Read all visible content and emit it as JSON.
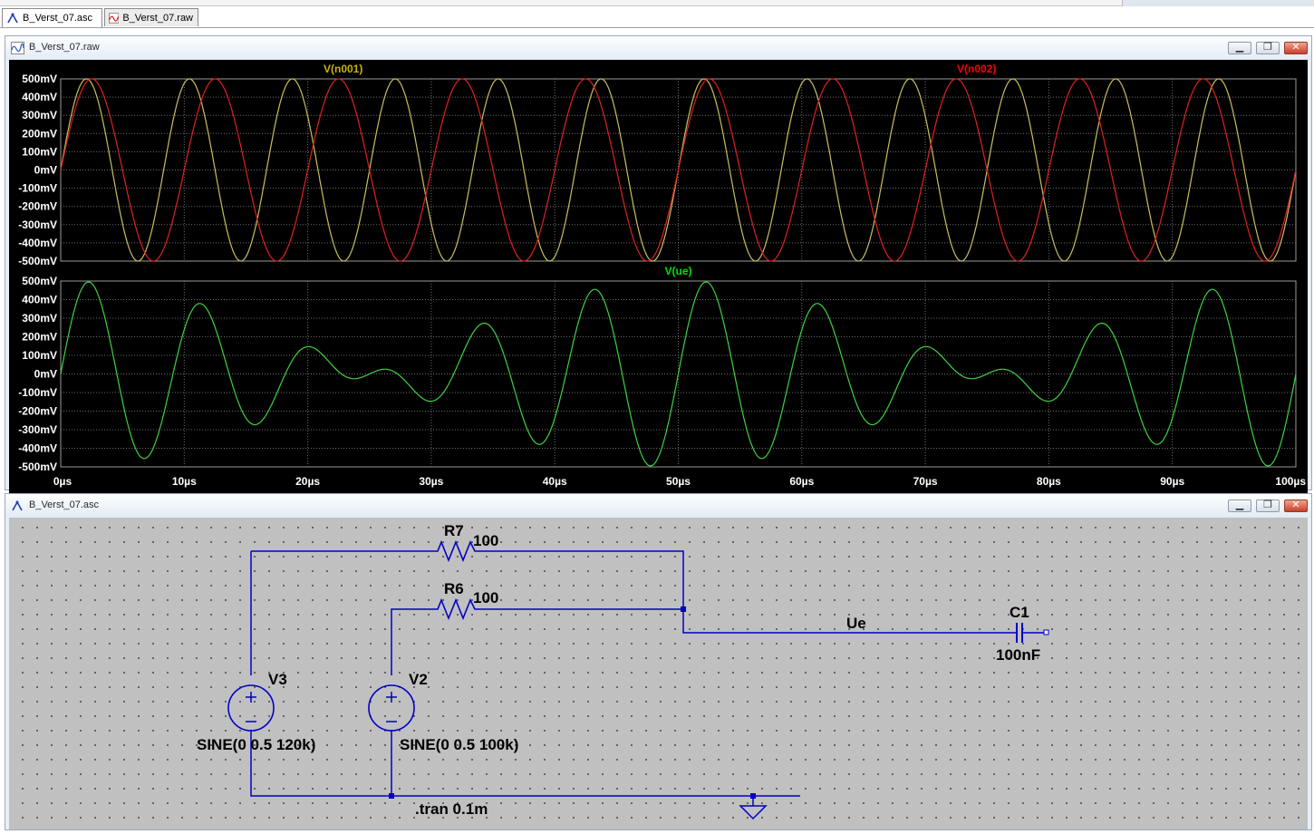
{
  "tabs": [
    {
      "label": "B_Verst_07.asc",
      "icon": "schematic-icon",
      "active": true
    },
    {
      "label": "B_Verst_07.raw",
      "icon": "waveform-icon",
      "active": false
    }
  ],
  "plot_window": {
    "title": "B_Verst_07.raw",
    "buttons": {
      "minimize": "▁",
      "restore": "❐",
      "close": "✕"
    }
  },
  "schematic_window": {
    "title": "B_Verst_07.asc",
    "buttons": {
      "minimize": "▁",
      "restore": "❐",
      "close": "✕"
    }
  },
  "chart_data": [
    {
      "type": "line",
      "xlabel": "",
      "ylabel": "",
      "xlim": [
        0,
        100
      ],
      "x_unit": "µs",
      "ylim": [
        -500,
        500
      ],
      "y_unit": "mV",
      "yticks": [
        "500mV",
        "400mV",
        "300mV",
        "200mV",
        "100mV",
        "0mV",
        "-100mV",
        "-200mV",
        "-300mV",
        "-400mV",
        "-500mV"
      ],
      "series": [
        {
          "name": "V(n001)",
          "color": "#c8b400",
          "trace": "#c8c060",
          "amplitude_mV": 500,
          "frequency_kHz": 120
        },
        {
          "name": "V(n002)",
          "color": "#ff0000",
          "trace": "#e02020",
          "amplitude_mV": 500,
          "frequency_kHz": 100
        }
      ]
    },
    {
      "type": "line",
      "xlabel": "",
      "ylabel": "",
      "xlim": [
        0,
        100
      ],
      "x_unit": "µs",
      "ylim": [
        -500,
        500
      ],
      "y_unit": "mV",
      "yticks": [
        "500mV",
        "400mV",
        "300mV",
        "200mV",
        "100mV",
        "0mV",
        "-100mV",
        "-200mV",
        "-300mV",
        "-400mV",
        "-500mV"
      ],
      "xticks": [
        "0µs",
        "10µs",
        "20µs",
        "30µs",
        "40µs",
        "50µs",
        "60µs",
        "70µs",
        "80µs",
        "90µs",
        "100µs"
      ],
      "series": [
        {
          "name": "V(ue)",
          "color": "#00e000",
          "trace": "#40d040",
          "expression": "(V(n001)+V(n002))/2"
        }
      ]
    }
  ],
  "schematic": {
    "components": [
      {
        "ref": "R7",
        "value": "100"
      },
      {
        "ref": "R6",
        "value": "100"
      },
      {
        "ref": "C1",
        "value": "100nF"
      },
      {
        "ref": "V3",
        "value": "SINE(0 0.5 120k)"
      },
      {
        "ref": "V2",
        "value": "SINE(0 0.5 100k)"
      }
    ],
    "net_label": "Ue",
    "directive": ".tran 0.1m",
    "wire_color": "#0000c8"
  }
}
